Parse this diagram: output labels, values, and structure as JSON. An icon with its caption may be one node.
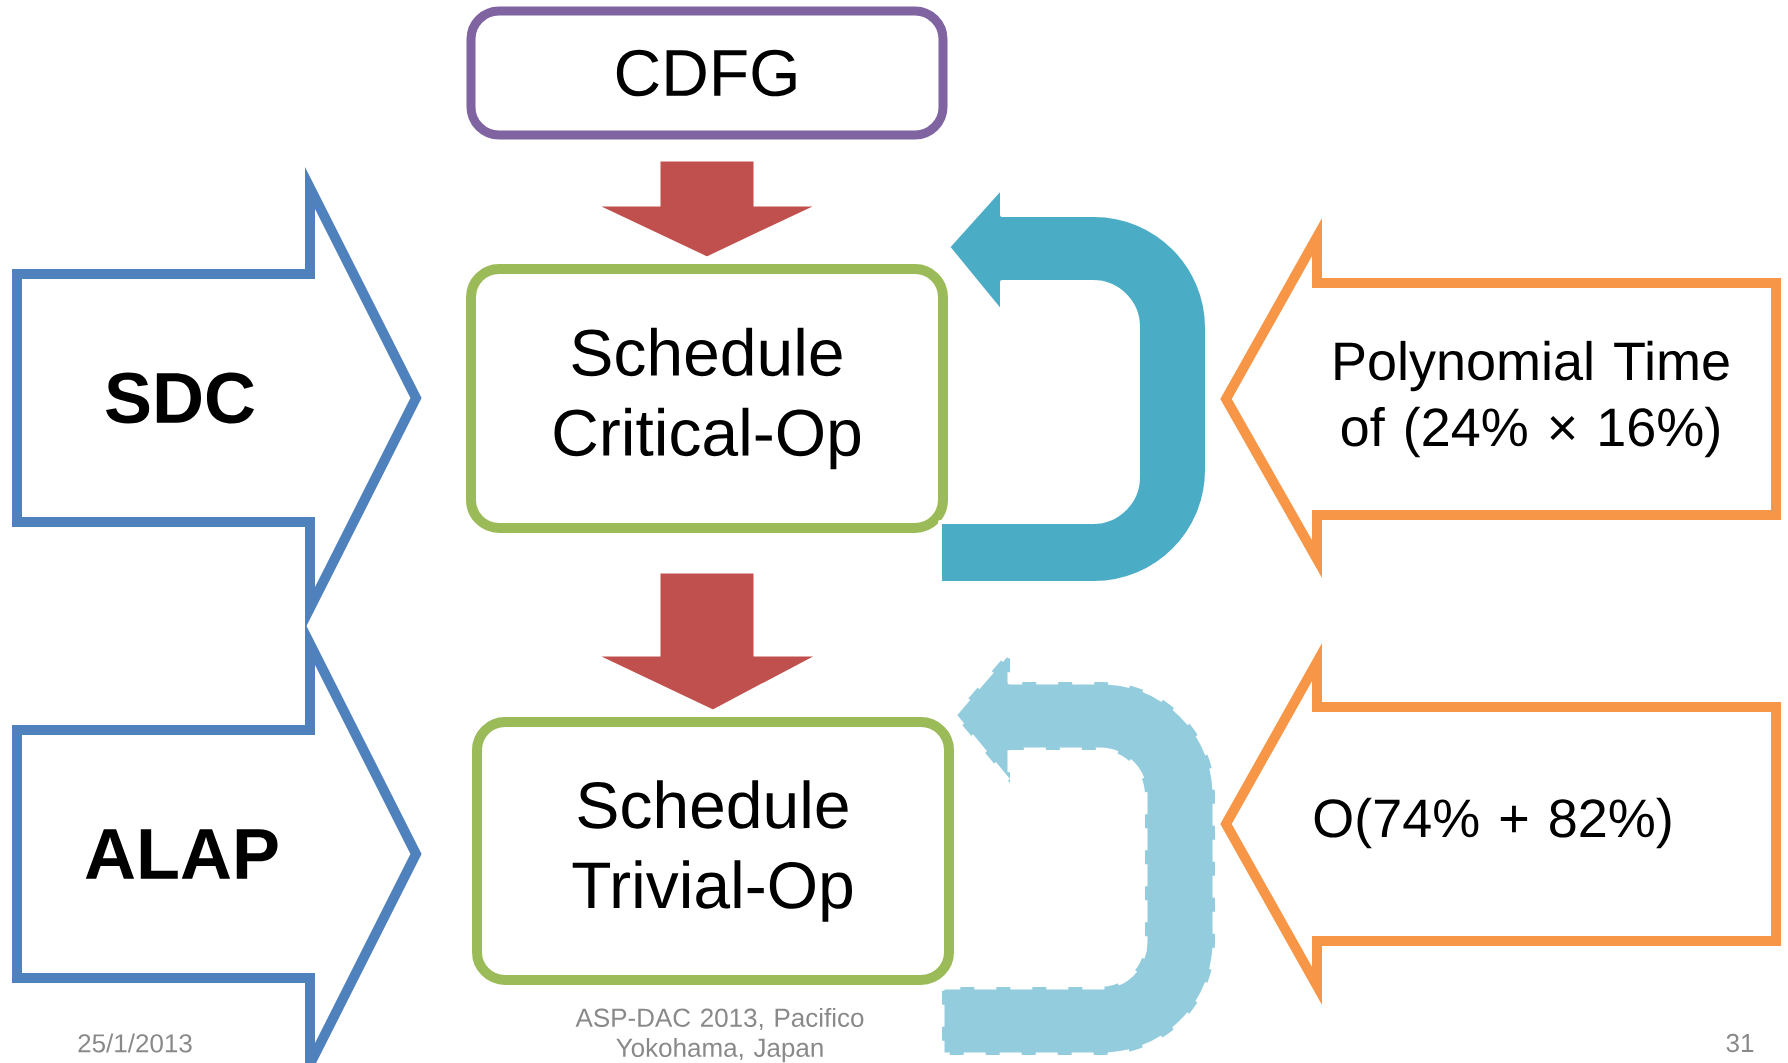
{
  "diagram": {
    "nodes": [
      {
        "text": [
          "CDFG"
        ]
      },
      {
        "text": [
          "Schedule Critical-Op"
        ]
      },
      {
        "text": [
          "Schedule Trivial-Op"
        ]
      },
      {
        "text": [
          "SDC"
        ]
      },
      {
        "text": [
          "ALAP"
        ]
      },
      {
        "text": [
          "Polynomial Time of (24% × 16%)"
        ]
      },
      {
        "text": [
          "O(74% + 82%)"
        ]
      }
    ],
    "edges": [
      {
        "from": 0,
        "to": 1,
        "arrow": "to",
        "color": "#c0504d"
      },
      {
        "from": 1,
        "to": 2,
        "arrow": "to",
        "color": "#c0504d"
      },
      {
        "from": 1,
        "to": 1,
        "arrow": "to",
        "color": "#4bacc6"
      },
      {
        "from": 2,
        "to": 2,
        "arrow": "to",
        "style": "dashed",
        "color": "#93cddd"
      }
    ],
    "labels": [
      "25/1/2013",
      "ASP-DAC 2013, Pacifico Yokohama, Japan",
      "31"
    ]
  }
}
